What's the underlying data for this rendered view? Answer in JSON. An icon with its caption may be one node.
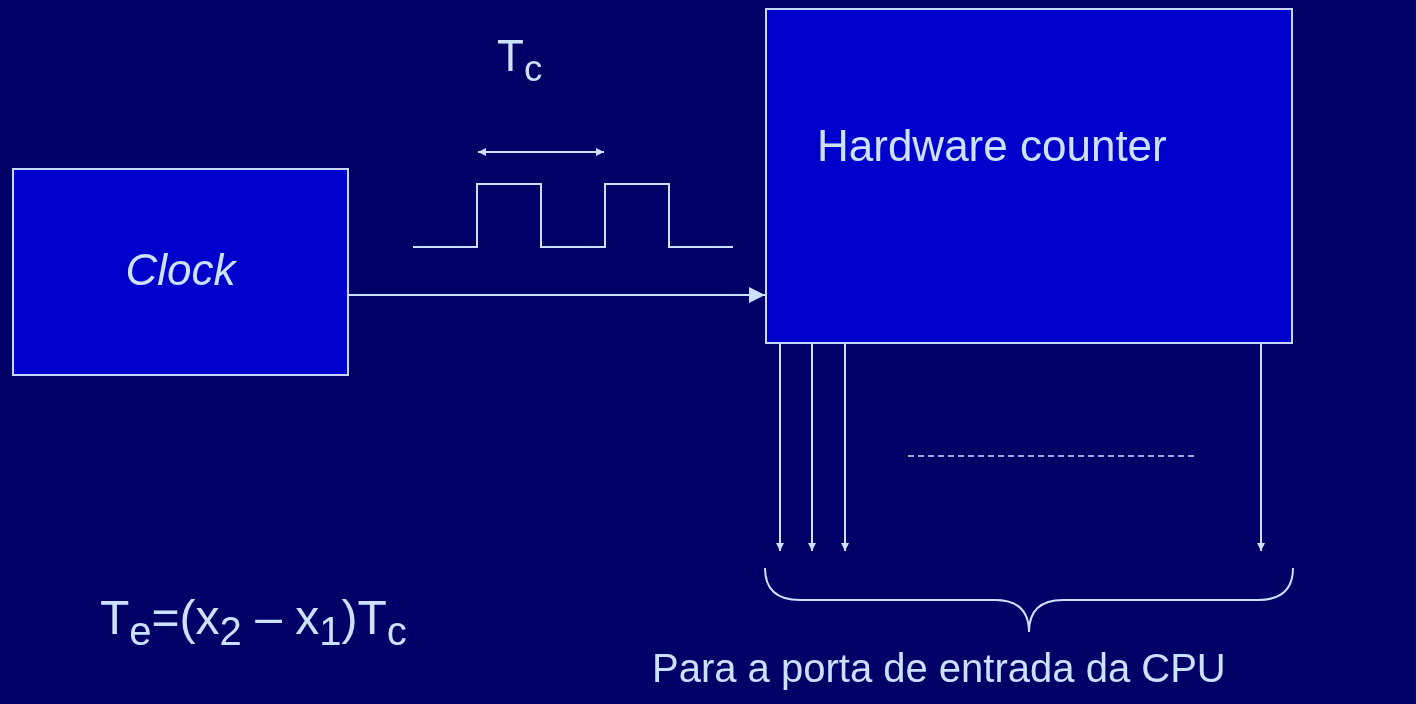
{
  "diagram": {
    "nodes": [
      {
        "text": [
          "Clock"
        ]
      },
      {
        "text": [
          "Hardware counter"
        ]
      },
      {
        "text": [
          "Para a porta de entrada da CPU"
        ]
      }
    ],
    "edges": [
      {
        "from": 0,
        "to": 1,
        "arrow": "to"
      },
      {
        "from": 1,
        "to": 2,
        "arrow": "to"
      },
      {
        "from": 1,
        "to": 2,
        "arrow": "to"
      },
      {
        "from": 1,
        "to": 2,
        "arrow": "to"
      },
      {
        "from": 1,
        "to": 2,
        "arrow": "to"
      }
    ],
    "labels": [
      "T$_{c}$",
      "T$_{e}$=(x$_{2}$ – x$_{1}$)T$_{c}$"
    ]
  }
}
